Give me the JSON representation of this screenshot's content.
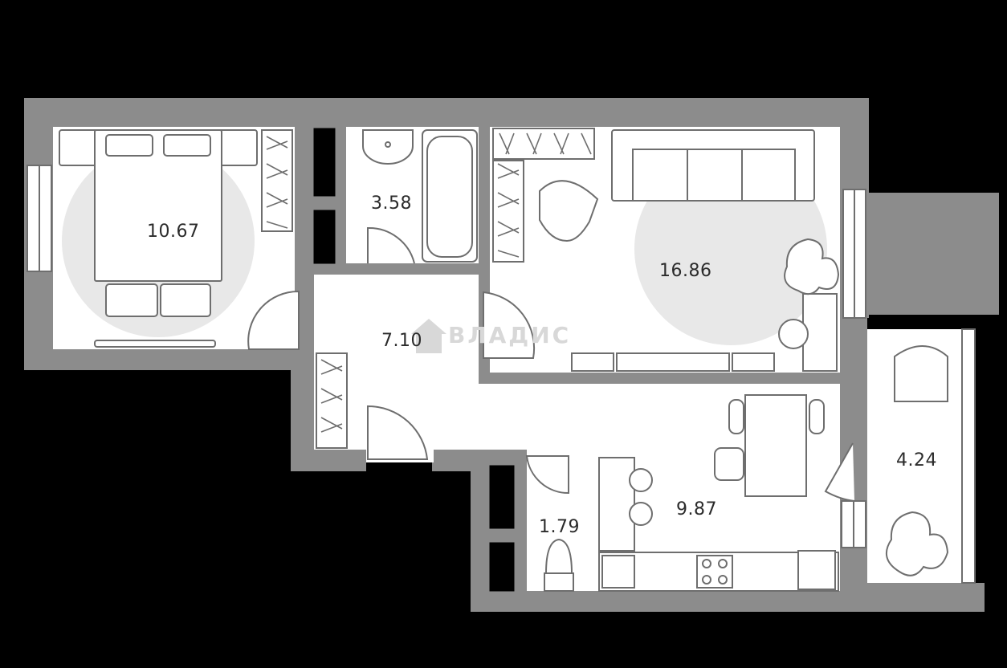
{
  "watermark": {
    "text": "ВЛАДИС"
  },
  "rooms": [
    {
      "id": "bedroom",
      "area": "10.67"
    },
    {
      "id": "bathroom",
      "area": "3.58"
    },
    {
      "id": "living",
      "area": "16.86"
    },
    {
      "id": "hall",
      "area": "7.10"
    },
    {
      "id": "kitchen",
      "area": "9.87"
    },
    {
      "id": "wc",
      "area": "1.79"
    },
    {
      "id": "balcony",
      "area": "4.24"
    }
  ],
  "colors": {
    "wall": "#8c8c8c",
    "floor": "#ffffff",
    "furniture_stroke": "#6e6e6e",
    "zone_circle": "#e8e8e8",
    "background": "#000000"
  }
}
